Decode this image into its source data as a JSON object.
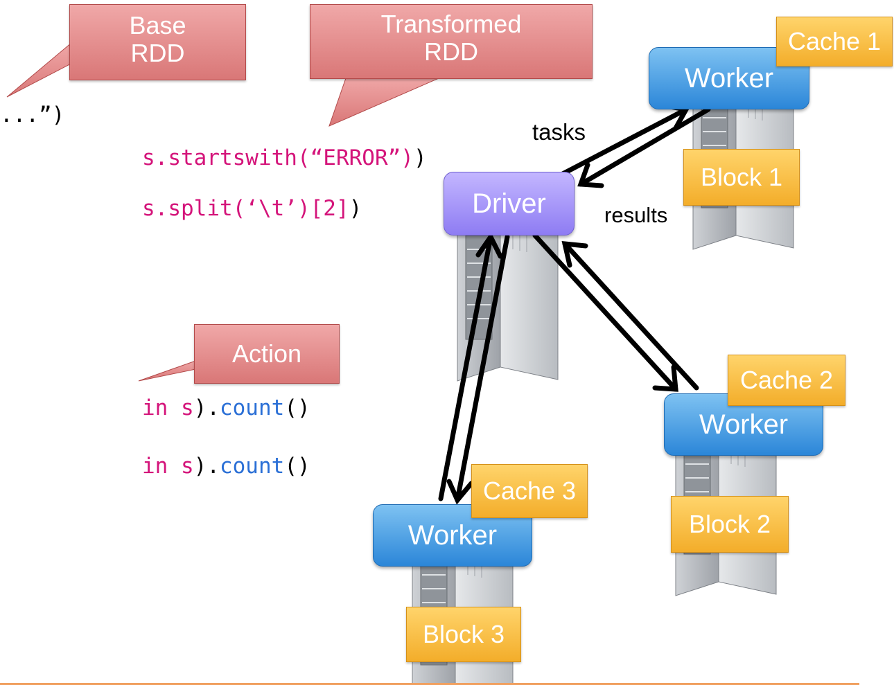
{
  "code": {
    "line1": {
      "a": "...”",
      "b": ")"
    },
    "line2": {
      "a": "s.startswith(“ERROR”)",
      "b": ")"
    },
    "line3": {
      "a": "s.split(‘\\t’)[2]",
      "b": ")"
    },
    "line4": {
      "a": "in s",
      "b": ").",
      "c": "count",
      "d": "()"
    },
    "line5": {
      "a": "in s",
      "b": ").",
      "c": "count",
      "d": "()"
    }
  },
  "callouts": {
    "base": {
      "line1": "Base",
      "line2": "RDD"
    },
    "transformed": {
      "line1": "Transformed",
      "line2": "RDD"
    },
    "action": "Action"
  },
  "nodes": {
    "driver": "Driver",
    "worker1": "Worker",
    "worker2": "Worker",
    "worker3": "Worker"
  },
  "caches": [
    "Cache 1",
    "Cache 2",
    "Cache 3"
  ],
  "blocks": [
    "Block 1",
    "Block 2",
    "Block 3"
  ],
  "labels": {
    "tasks": "tasks",
    "results": "results"
  },
  "colors": {
    "callout": "#d97777",
    "worker": "#2b86d8",
    "driver": "#8e7cf3",
    "tag": "#f3ad2a",
    "code_keyword": "#d4147a",
    "code_method": "#2a6fd6"
  }
}
